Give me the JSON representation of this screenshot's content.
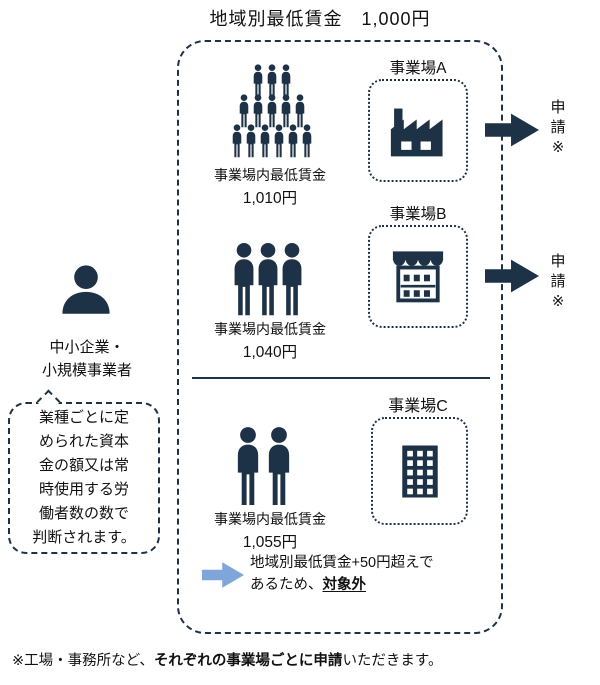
{
  "colors": {
    "dark": "#1e3247",
    "blue": "#7ea6d9"
  },
  "title": "地域別最低賃金　1,000円",
  "actor": {
    "label": "中小企業・\n小規模事業者",
    "bubble": "業種ごとに定\nめられた資本\n金の額又は常\n時使用する労\n働者数の数で\n判断されます。"
  },
  "sections": {
    "a": {
      "site": "事業場A",
      "wage_label": "事業場内最低賃金",
      "wage_value": "1,010円",
      "apply": "申\n請\n※"
    },
    "b": {
      "site": "事業場B",
      "wage_label": "事業場内最低賃金",
      "wage_value": "1,040円",
      "apply": "申\n請\n※"
    },
    "c": {
      "site": "事業場C",
      "wage_label": "事業場内最低賃金",
      "wage_value": "1,055円",
      "note_line1": "地域別最低賃金+50円超えで",
      "note_line2_prefix": "あるため、",
      "note_line2_bold": "対象外"
    }
  },
  "footnote": {
    "prefix": "※工場・事務所など、",
    "bold": "それぞれの事業場ごとに申請",
    "suffix": "いただきます。"
  }
}
